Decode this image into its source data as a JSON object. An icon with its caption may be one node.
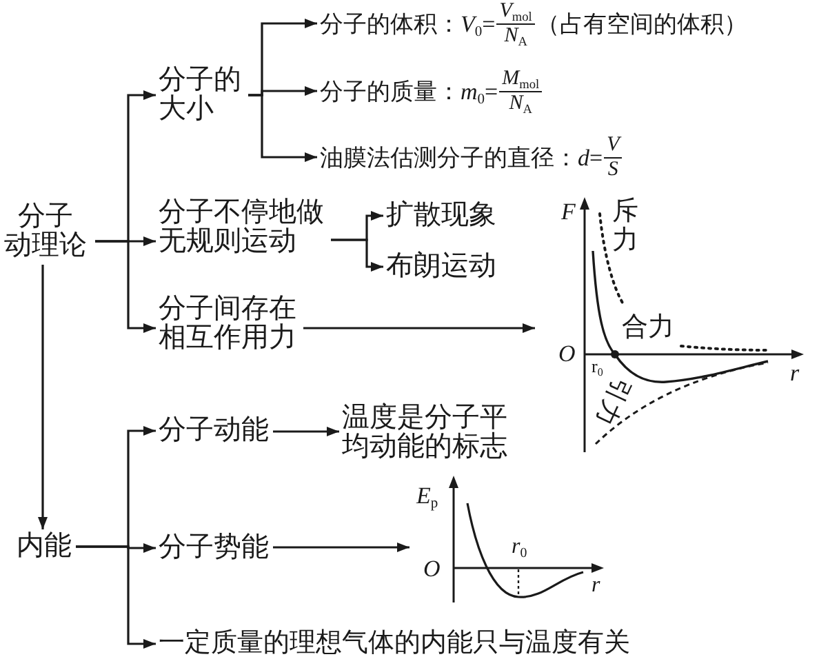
{
  "diagram": {
    "nodes": [
      {
        "text": [
          "分子动理论"
        ]
      },
      {
        "text": [
          "分子的大小"
        ]
      },
      {
        "text": [
          "分子的体积：*V*$_{0}$=",
          "*V*$_{mol}$",
          "*N*$_{A}$",
          "（占有空间的体积）"
        ]
      },
      {
        "text": [
          "分子的质量：*m*$_{0}$=",
          "*M*$_{mol}$",
          "*N*$_{A}$"
        ]
      },
      {
        "text": [
          "油膜法估测分子的直径：*d*=",
          "V",
          "S"
        ]
      },
      {
        "text": [
          "分子不停地做无规则运动"
        ]
      },
      {
        "text": [
          "扩散现象"
        ]
      },
      {
        "text": [
          "布朗运动"
        ]
      },
      {
        "text": [
          "分子间存在相互作用力"
        ]
      },
      {
        "text": [
          "F",
          "斥力",
          "合力",
          "O",
          "r$_{0}$",
          "r",
          "引力"
        ]
      },
      {
        "text": [
          "内能"
        ]
      },
      {
        "text": [
          "分子动能"
        ]
      },
      {
        "text": [
          "温度是分子平均动能的标志"
        ]
      },
      {
        "text": [
          "分子势能"
        ]
      },
      {
        "text": [
          "*E*$_{p}$",
          "*r*$_{0}$",
          "O",
          "r"
        ]
      },
      {
        "text": [
          "一定质量的理想气体的内能只与温度有关"
        ]
      }
    ],
    "edges": [
      {
        "from": 0,
        "to": 1,
        "arrow": "to"
      },
      {
        "from": 0,
        "to": 5,
        "arrow": "to"
      },
      {
        "from": 0,
        "to": 8,
        "arrow": "to"
      },
      {
        "from": 1,
        "to": 2,
        "arrow": "to"
      },
      {
        "from": 1,
        "to": 3,
        "arrow": "to"
      },
      {
        "from": 1,
        "to": 4,
        "arrow": "to"
      },
      {
        "from": 5,
        "to": 6,
        "arrow": "to"
      },
      {
        "from": 5,
        "to": 7,
        "arrow": "to"
      },
      {
        "from": 8,
        "to": 9,
        "arrow": "to"
      },
      {
        "from": 0,
        "to": 10,
        "arrow": "to"
      },
      {
        "from": 10,
        "to": 11,
        "arrow": "to"
      },
      {
        "from": 10,
        "to": 13,
        "arrow": "to"
      },
      {
        "from": 10,
        "to": 15,
        "arrow": "to"
      },
      {
        "from": 11,
        "to": 12,
        "arrow": "to"
      },
      {
        "from": 13,
        "to": 14,
        "arrow": "to"
      }
    ]
  }
}
